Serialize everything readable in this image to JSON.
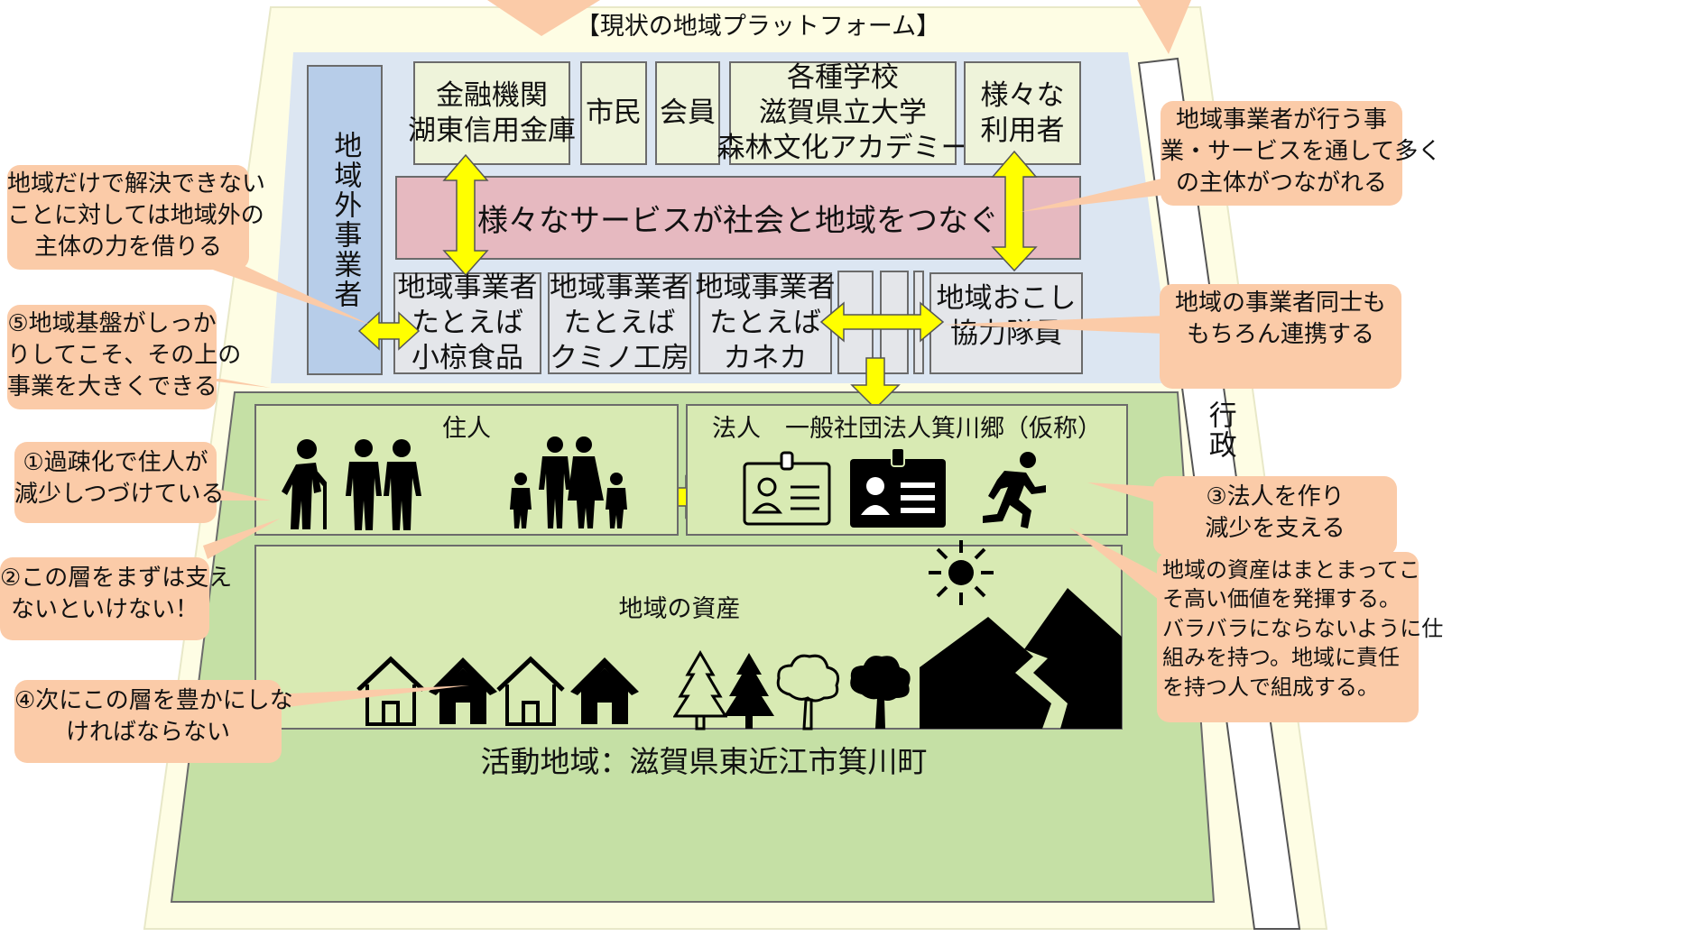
{
  "title": "【現状の地域プラットフォーム】",
  "colors": {
    "outer_frame": "#fefde4",
    "platform_blue": "#dce6f2",
    "outside_col": "#b7cde9",
    "box_fill": "#eef3da",
    "service_band": "#e6b9c0",
    "green_outer": "#c5e0a5",
    "green_inner": "#d8eab3",
    "callout": "#fbcba8",
    "arrow": "#ffff00"
  },
  "outside_businesses": "地域外事業者",
  "top_boxes": {
    "finance": [
      "金融機関",
      "湖東信用金庫"
    ],
    "citizen": "市民",
    "member": "会員",
    "schools": [
      "各種学校",
      "滋賀県立大学",
      "森林文化アカデミー"
    ],
    "users": [
      "様々な",
      "利用者"
    ]
  },
  "service_band": "様々なサービスが社会と地域をつなぐ",
  "local_businesses": [
    [
      "地域事業者",
      "たとえば",
      "小椋食品"
    ],
    [
      "地域事業者",
      "たとえば",
      "クミノ工房"
    ],
    [
      "地域事業者",
      "たとえば",
      "カネカ"
    ]
  ],
  "chiiki_okoshi": [
    "地域おこし",
    "協力隊員"
  ],
  "government": "行政",
  "residents_title": "住人",
  "corporation_title": "法人　一般社団法人箕川郷（仮称）",
  "assets_title": "地域の資産",
  "activity_area": "活動地域：滋賀県東近江市箕川町",
  "callouts": {
    "c_outside": [
      "地域だけで解決できない",
      "ことに対しては地域外の",
      "主体の力を借りる"
    ],
    "c5": [
      "⑤地域基盤がしっか",
      "りしてこそ、その上の",
      "事業を大きくできる"
    ],
    "c1": [
      "①過疎化で住人が",
      "減少しつづけている"
    ],
    "c2": [
      "②この層をまずは支え",
      "ないといけない！"
    ],
    "c4": [
      "④次にこの層を豊かにしな",
      "ければならない"
    ],
    "c_services": [
      "地域事業者が行う事",
      "業・サービスを通して多く",
      "の主体がつながれる"
    ],
    "c_coop": [
      "地域の事業者同士も",
      "もちろん連携する"
    ],
    "c3": [
      "③法人を作り",
      "減少を支える"
    ],
    "c_assets": [
      "地域の資産はまとまってこ",
      "そ高い価値を発揮する。",
      "バラバラにならないように仕",
      "組みを持つ。地域に責任",
      "を持つ人で組成する。"
    ]
  },
  "icons": [
    "elderly-with-cane-icon",
    "elderly-couple-icon",
    "family-icon",
    "arrow-right-icon",
    "id-card-outline-icon",
    "id-card-filled-icon",
    "running-person-icon",
    "sun-icon",
    "house-outline-icon",
    "house-filled-icon",
    "pine-tree-outline-icon",
    "pine-tree-filled-icon",
    "broadleaf-tree-outline-icon",
    "broadleaf-tree-filled-icon",
    "mountains-icon"
  ]
}
